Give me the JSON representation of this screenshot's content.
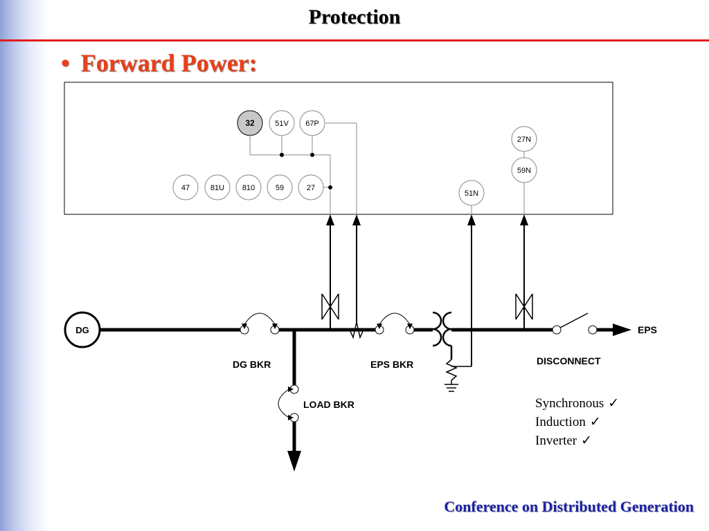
{
  "slide": {
    "title": "Protection",
    "bullet_marker": "•",
    "bullet_text": "Forward Power:",
    "footer": "Conference on Distributed Generation"
  },
  "relays": {
    "r32": "32",
    "r51v": "51V",
    "r67p": "67P",
    "r47": "47",
    "r81u": "81U",
    "r810": "810",
    "r59": "59",
    "r27": "27",
    "r27n": "27N",
    "r59n": "59N",
    "r51n": "51N"
  },
  "labels": {
    "dg": "DG",
    "dg_bkr": "DG BKR",
    "eps_bkr": "EPS BKR",
    "load_bkr": "LOAD BKR",
    "disconnect": "DISCONNECT",
    "eps": "EPS"
  },
  "generation_types": [
    {
      "label": "Synchronous",
      "check": "✓"
    },
    {
      "label": "Induction",
      "check": "✓"
    },
    {
      "label": "Inverter",
      "check": "✓"
    }
  ],
  "colors": {
    "title_rule": "#e31b1b",
    "bullet": "#e8401a",
    "footer": "#1b22a6",
    "relay_highlight": "#c8c8c8"
  }
}
